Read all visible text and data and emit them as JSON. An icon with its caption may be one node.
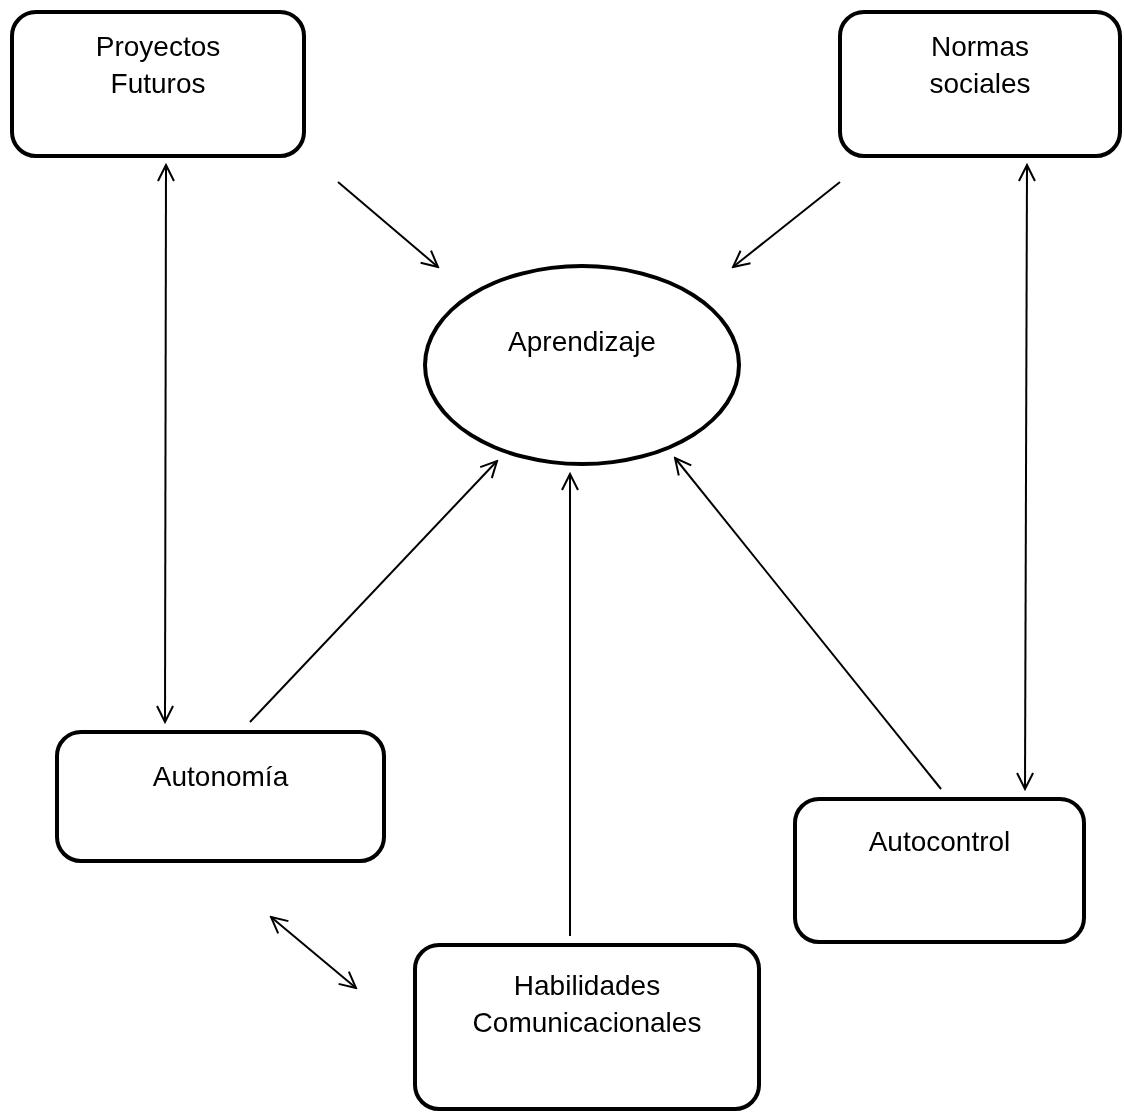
{
  "diagram": {
    "nodes": [
      {
        "text": [
          "Proyectos Futuros"
        ]
      },
      {
        "text": [
          "Normas sociales"
        ]
      },
      {
        "text": [
          "Aprendizaje"
        ]
      },
      {
        "text": [
          "Autonomía"
        ]
      },
      {
        "text": [
          "Autocontrol"
        ]
      },
      {
        "text": [
          "Habilidades Comunicacionales"
        ]
      }
    ],
    "edges": [
      {
        "from": 0,
        "to": 2,
        "arrow": "to"
      },
      {
        "from": 1,
        "to": 2,
        "arrow": "to"
      },
      {
        "from": 0,
        "to": 3,
        "arrow": "both"
      },
      {
        "from": 1,
        "to": 4,
        "arrow": "both"
      },
      {
        "from": 3,
        "to": 2,
        "arrow": "to"
      },
      {
        "from": 5,
        "to": 2,
        "arrow": "to"
      },
      {
        "from": 4,
        "to": 2,
        "arrow": "to"
      },
      {
        "from": 3,
        "to": 5,
        "arrow": "both"
      }
    ]
  }
}
